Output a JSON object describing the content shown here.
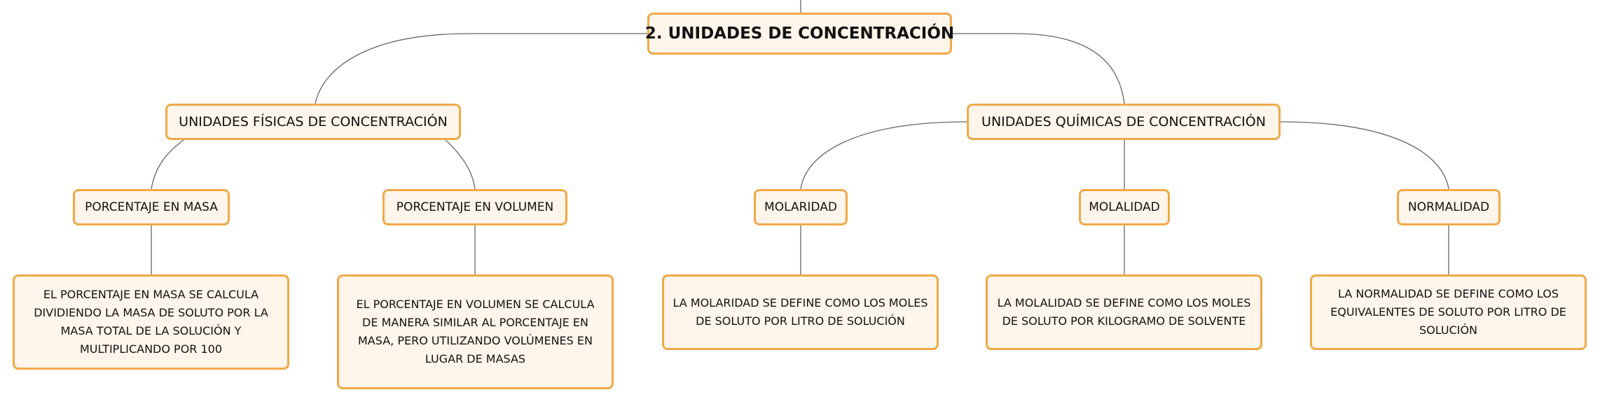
{
  "colors": {
    "border": "#f0a947",
    "fill": "#fff5ea",
    "line": "#666666",
    "text": "#111111"
  },
  "root": {
    "label": "2. UNIDADES DE CONCENTRACIÓN"
  },
  "physical": {
    "label": "UNIDADES FÍSICAS DE CONCENTRACIÓN",
    "mass": {
      "label": "PORCENTAJE EN MASA",
      "desc": [
        "EL PORCENTAJE EN MASA SE CALCULA",
        "DIVIDIENDO LA MASA DE SOLUTO POR LA",
        "MASA TOTAL DE LA SOLUCIÓN Y",
        "MULTIPLICANDO POR 100"
      ]
    },
    "volume": {
      "label": "PORCENTAJE EN VOLUMEN",
      "desc": [
        "EL PORCENTAJE EN VOLUMEN SE CALCULA",
        "DE MANERA SIMILAR AL PORCENTAJE EN",
        "MASA, PERO UTILIZANDO VOLÚMENES EN",
        "LUGAR DE MASAS"
      ]
    }
  },
  "chemical": {
    "label": "UNIDADES QUÍMICAS DE CONCENTRACIÓN",
    "molarity": {
      "label": "MOLARIDAD",
      "desc": [
        "LA MOLARIDAD SE DEFINE COMO LOS MOLES",
        "DE SOLUTO POR LITRO DE SOLUCIÓN"
      ]
    },
    "molality": {
      "label": "MOLALIDAD",
      "desc": [
        "LA MOLALIDAD SE DEFINE COMO LOS MOLES",
        "DE SOLUTO POR KILOGRAMO DE SOLVENTE"
      ]
    },
    "normality": {
      "label": "NORMALIDAD",
      "desc": [
        "LA NORMALIDAD SE DEFINE COMO LOS",
        "EQUIVALENTES DE SOLUTO POR LITRO DE",
        "SOLUCIÓN"
      ]
    }
  }
}
